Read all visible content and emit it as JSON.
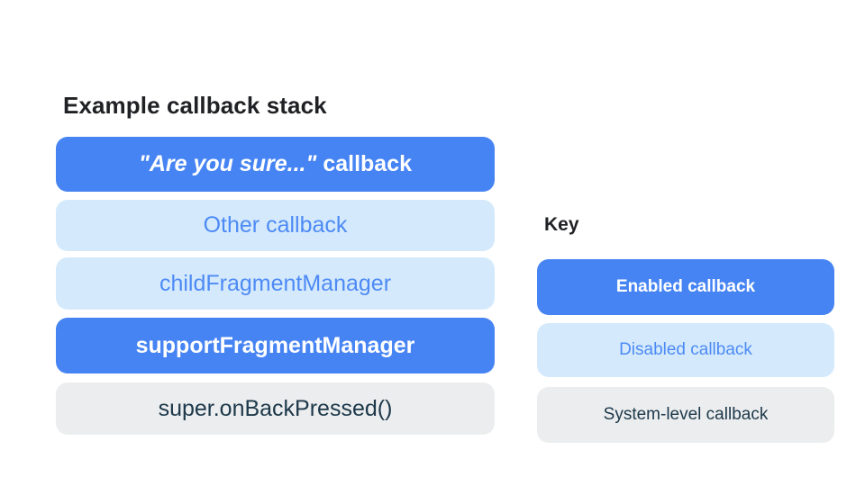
{
  "colors": {
    "canvas_bg": "#FFFFFF",
    "enabled_bg": "#4684F3",
    "enabled_text": "#FFFFFF",
    "disabled_bg": "#D4EAFC",
    "disabled_text": "#4D8AF5",
    "system_bg": "#ECEDEE",
    "system_text": "#1C384A",
    "heading_text": "#202124"
  },
  "stack": {
    "title": "Example callback stack",
    "items": [
      {
        "label_quoted": "\"Are you sure...\"",
        "label_suffix": " callback",
        "state": "enabled"
      },
      {
        "label": "Other callback",
        "state": "disabled"
      },
      {
        "label": "childFragmentManager",
        "state": "disabled"
      },
      {
        "label": "supportFragmentManager",
        "state": "enabled"
      },
      {
        "label": "super.onBackPressed()",
        "state": "system"
      }
    ]
  },
  "key": {
    "title": "Key",
    "items": [
      {
        "label": "Enabled callback",
        "state": "enabled"
      },
      {
        "label": "Disabled callback",
        "state": "disabled"
      },
      {
        "label": "System-level callback",
        "state": "system"
      }
    ]
  }
}
